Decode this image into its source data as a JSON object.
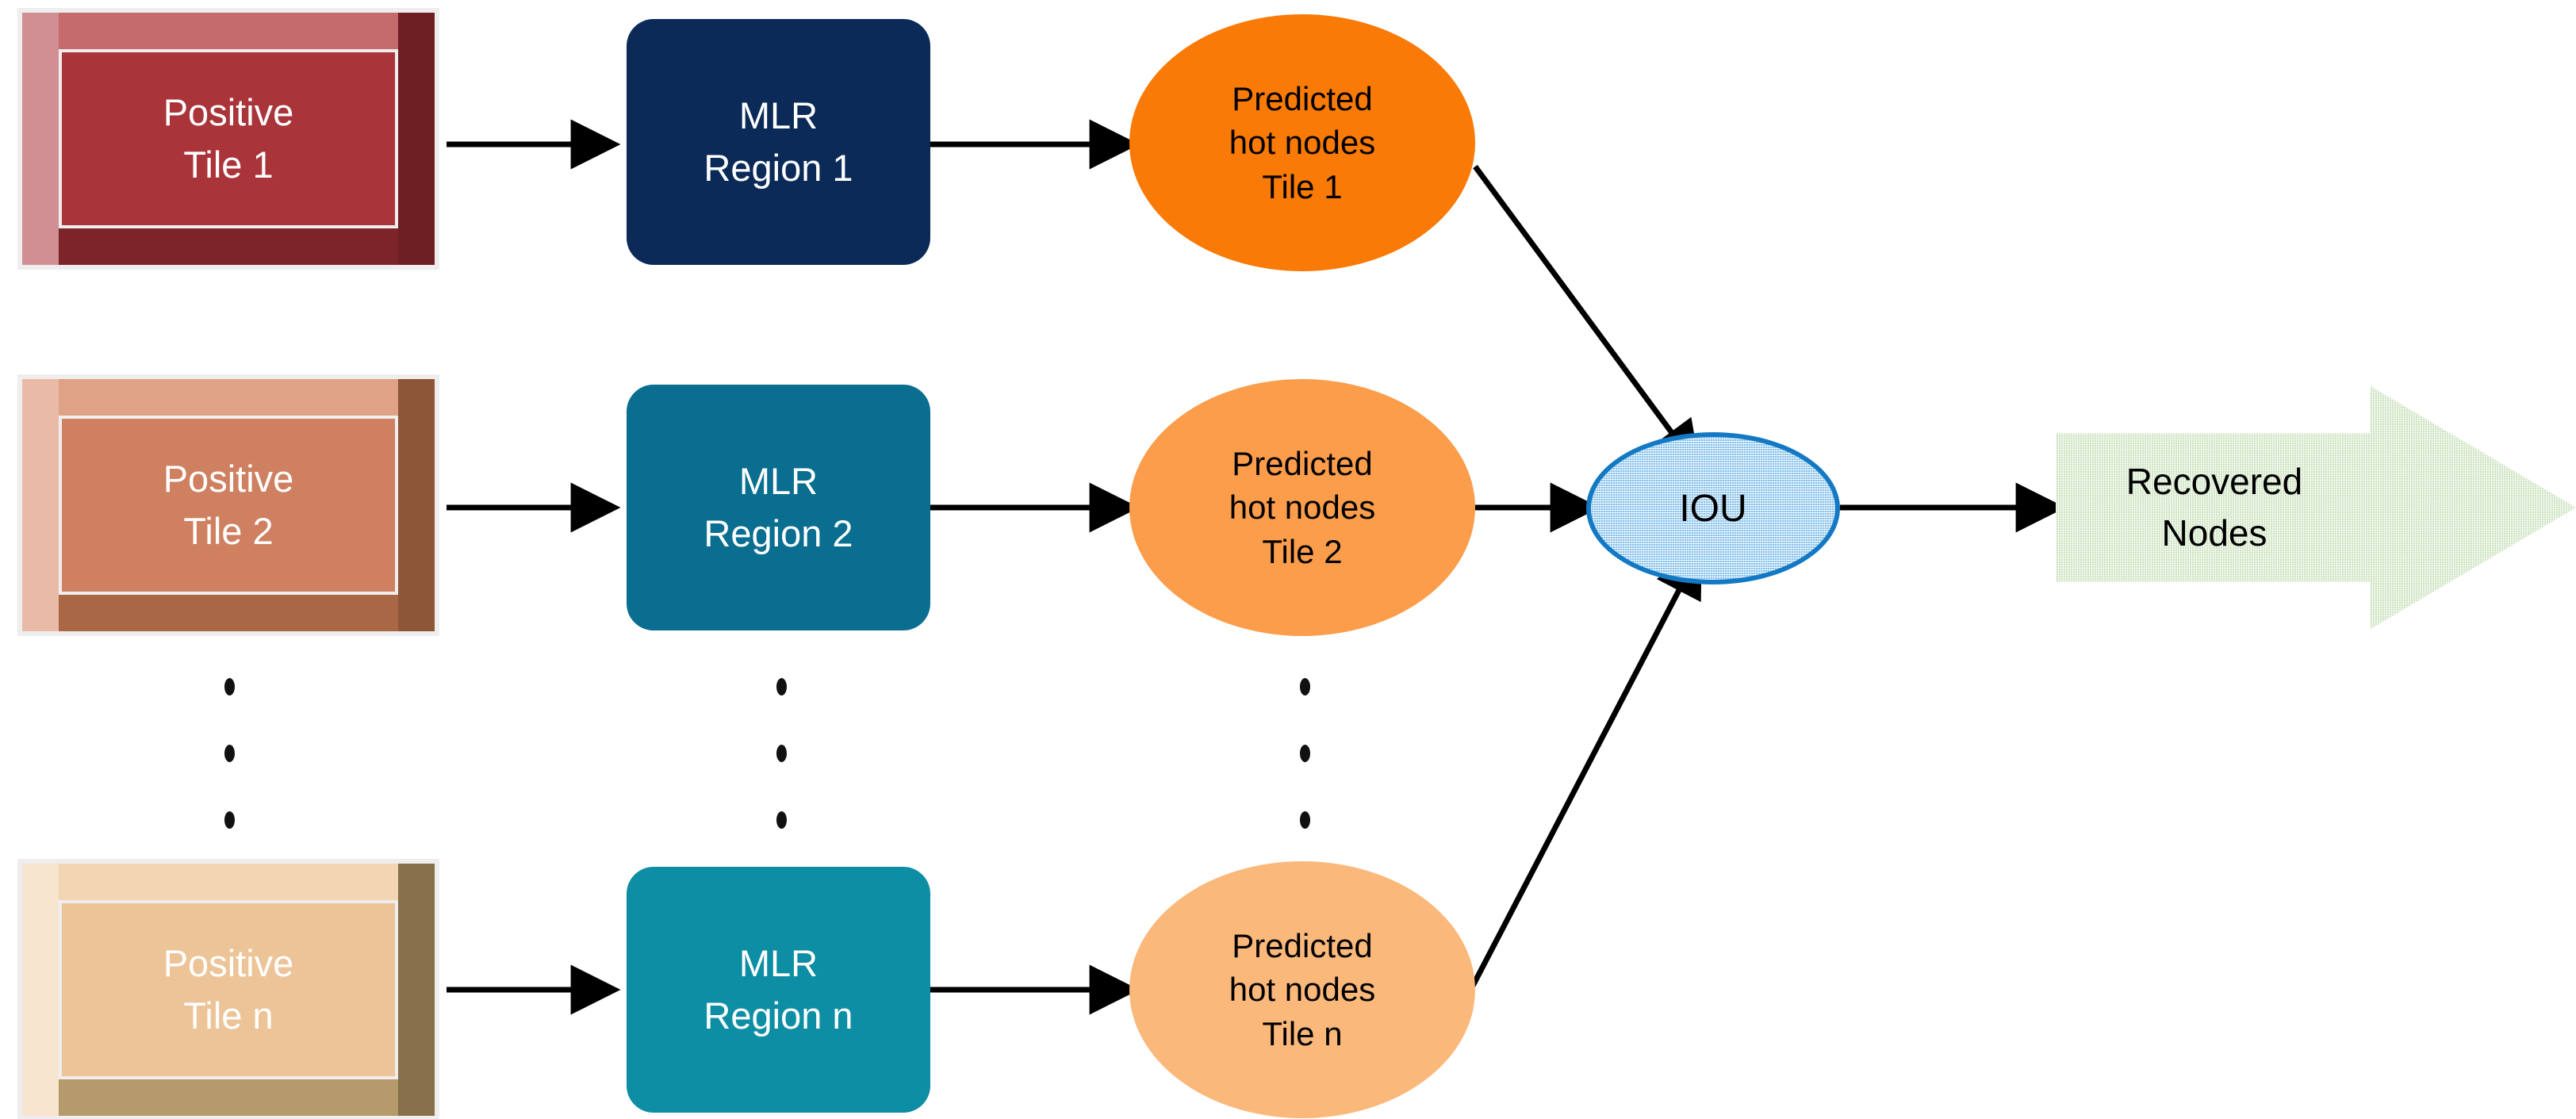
{
  "diagram": {
    "title": "MLR tile pipeline to IOU and recovered nodes",
    "background": "#ffffff"
  },
  "rows": [
    {
      "tile": {
        "label_line1": "Positive",
        "label_line2": "Tile 1",
        "face_color": "#a93439",
        "top_color": "#c56a6d",
        "left_color": "#d08f92",
        "right_color": "#6e1f23",
        "bottom_color": "#7d2428",
        "frame_color": "#efeded"
      },
      "mlr": {
        "label_line1": "MLR",
        "label_line2": "Region 1",
        "color": "#0b2a58"
      },
      "ellipse": {
        "label_line1": "Predicted",
        "label_line2": "hot nodes",
        "label_line3": "Tile 1",
        "color": "#f97a07"
      }
    },
    {
      "tile": {
        "label_line1": "Positive",
        "label_line2": "Tile 2",
        "face_color": "#cf8060",
        "top_color": "#dfa286",
        "left_color": "#e9bba6",
        "right_color": "#8e5638",
        "bottom_color": "#a96745",
        "frame_color": "#efeded"
      },
      "mlr": {
        "label_line1": "MLR",
        "label_line2": "Region 2",
        "color": "#0a6e91"
      },
      "ellipse": {
        "label_line1": "Predicted",
        "label_line2": "hot nodes",
        "label_line3": "Tile 2",
        "color": "#fb9d4b"
      }
    },
    {
      "tile": {
        "label_line1": "Positive",
        "label_line2": "Tile n",
        "face_color": "#ecc497",
        "top_color": "#f2d6b4",
        "left_color": "#f7e5d0",
        "right_color": "#877049",
        "bottom_color": "#b59a6c",
        "frame_color": "#efeded"
      },
      "mlr": {
        "label_line1": "MLR",
        "label_line2": "Region n",
        "color": "#0d8ea4"
      },
      "ellipse": {
        "label_line1": "Predicted",
        "label_line2": "hot nodes",
        "label_line3": "Tile n",
        "color": "#fbb87b"
      }
    }
  ],
  "continuation": {
    "dot_glyph": "•",
    "dot_count": 3,
    "column_count": 3
  },
  "iou": {
    "label": "IOU",
    "border_color": "#1479c4",
    "fill_color": "#87c2eb"
  },
  "recovered": {
    "label_line1": "Recovered",
    "label_line2": "Nodes",
    "color": "#cfe4c2"
  },
  "connectors": {
    "stroke_color": "#000000",
    "stroke_width": 7
  }
}
